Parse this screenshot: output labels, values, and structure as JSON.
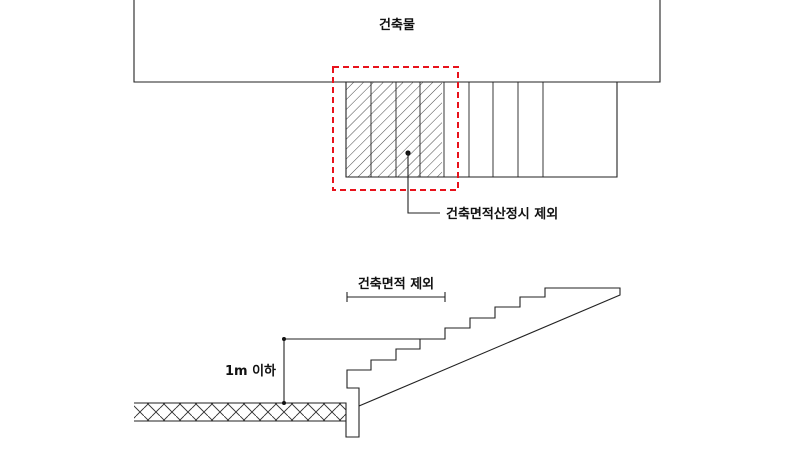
{
  "top_figure": {
    "building_label": "건축물",
    "callout_label": "건축면적산정시 제외",
    "highlight_color": "#e8121b"
  },
  "bottom_figure": {
    "excluded_area_label": "건축면적 제외",
    "height_limit_label": "1m 이하"
  }
}
